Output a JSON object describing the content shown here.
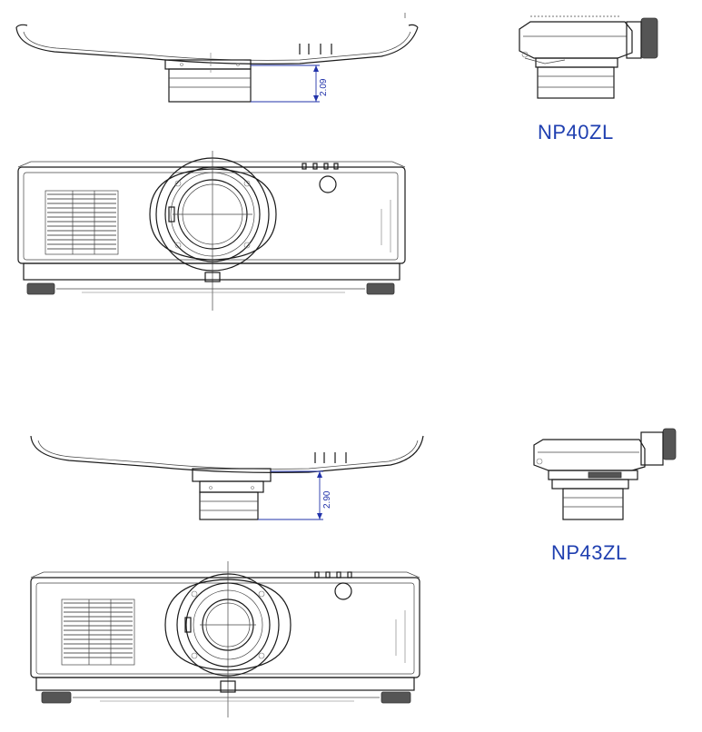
{
  "sections": [
    {
      "model_label": "NP40ZL",
      "dimension_value": "2.09",
      "dimension_color": "#2233aa",
      "label_color": "#1f3fb0"
    },
    {
      "model_label": "NP43ZL",
      "dimension_value": "2.90",
      "dimension_color": "#2233aa",
      "label_color": "#1f3fb0"
    }
  ]
}
